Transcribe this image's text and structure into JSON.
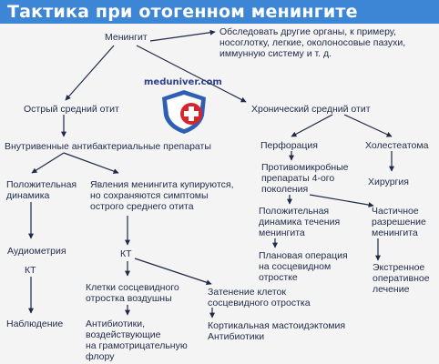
{
  "title": "Тактика при отогенном менингите",
  "watermark": "meduniver.com",
  "nodes": {
    "meningit": "Менингит",
    "examine": "Обследовать другие органы, к примеру,\nносоглотку, легкие, околоносовые пазухи,\nиммунную систему и т. д.",
    "acute": "Острый средний отит",
    "chronic": "Хронический средний отит",
    "iv": "Внутривенные антибактериальные препараты",
    "perforation": "Перфорация",
    "cholesteatoma": "Холестеатома",
    "positive": "Положительная\nдинамика",
    "persist": "Явления менингита купируются,\nно сохраняются симптомы\nострого среднего отита",
    "antimicrobial": "Противомикробные\nпрепараты 4-ого\nпоколения",
    "surgery": "Хирургия",
    "pos_men": "Положительная\nдинамика течения\nменингита",
    "partial": "Частичное\nразрешение\nменингита",
    "audiometry": "Аудиометрия",
    "kt1": "КТ",
    "kt2": "КТ",
    "planned": "Плановая операция\nна сосцевидном\nотростке",
    "emergency": "Экстренное\nоперативное\nлечение",
    "cells_air": "Клетки сосцевидного\nотростка воздушны",
    "cells_shadow": "Затенение клеток\nсосцевидного отростка",
    "observe": "Наблюдение",
    "antibiotics": "Антибиотики,\nвоздействующие\nна грамотрицательную\nфлору",
    "mastoid": "Кортикальная мастоидэктомия\nАнтибиотики"
  },
  "colors": {
    "title_bar": "#3d86d6",
    "shield_blue": "#2f5fb3",
    "shield_red": "#d8252b"
  }
}
